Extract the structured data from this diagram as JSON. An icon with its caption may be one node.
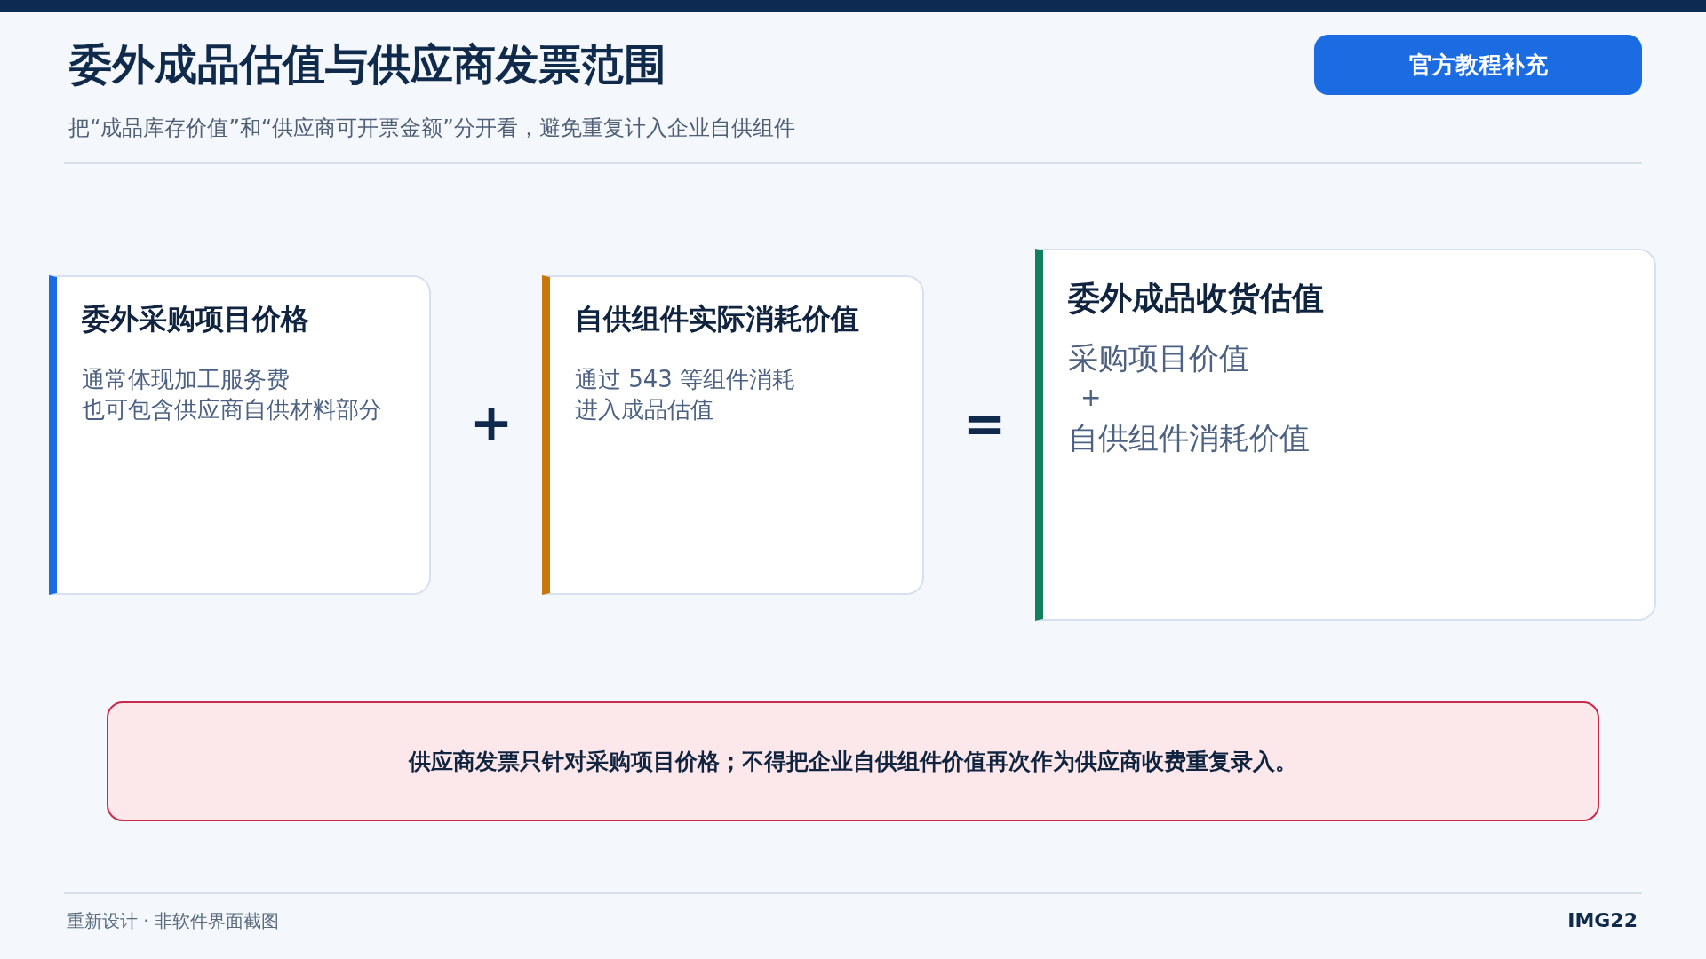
{
  "diagram": {
    "title": "委外成品估值与供应商发票范围",
    "nodes": [
      {
        "text": [
          "官方教程补充"
        ]
      },
      {
        "text": [
          "委外采购项目价格",
          "通常体现加工服务费",
          "也可包含供应商自供材料部分"
        ]
      },
      {
        "text": [
          "自供组件实际消耗价值",
          "通过 543 等组件消耗",
          "进入成品估值"
        ]
      },
      {
        "text": [
          "委外成品收货估值",
          "采购项目价值",
          "+",
          "自供组件消耗价值"
        ]
      },
      {
        "text": [
          "供应商发票只针对采购项目价格；不得把企业自供组件价值再次作为供应商收费重复录入。"
        ]
      }
    ],
    "labels": [
      "把“成品库存价值”和“供应商可开票金额”分开看，避免重复计入企业自供组件",
      "+",
      "=",
      "重新设计 · 非软件界面截图",
      "IMG22"
    ]
  }
}
